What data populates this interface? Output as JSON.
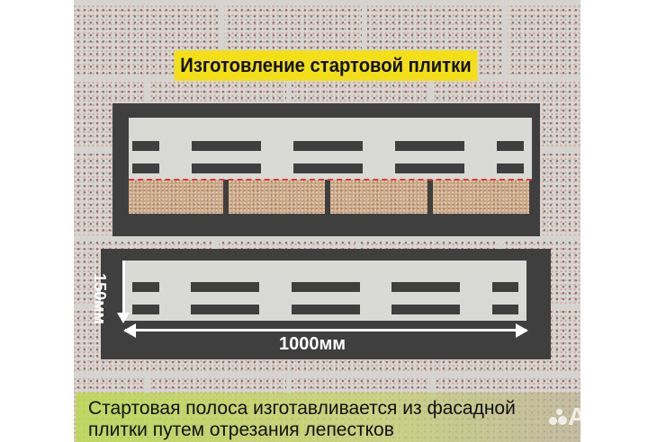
{
  "title": "Изготовление стартовой плитки",
  "dimensions": {
    "width": "1000мм",
    "height": "150мм"
  },
  "caption": {
    "line1": "Стартовая полоса изготавливается из фасадной",
    "line2": "плитки путем отрезания лепестков"
  },
  "watermark": "Avito",
  "colors": {
    "brick": "#6e1f1c",
    "title_bg": "#f3df18",
    "panel": "#3f3f3f",
    "strip": "#d9d9d6",
    "cut_line": "#e03a3a",
    "caption_bg": "#bed75a"
  }
}
